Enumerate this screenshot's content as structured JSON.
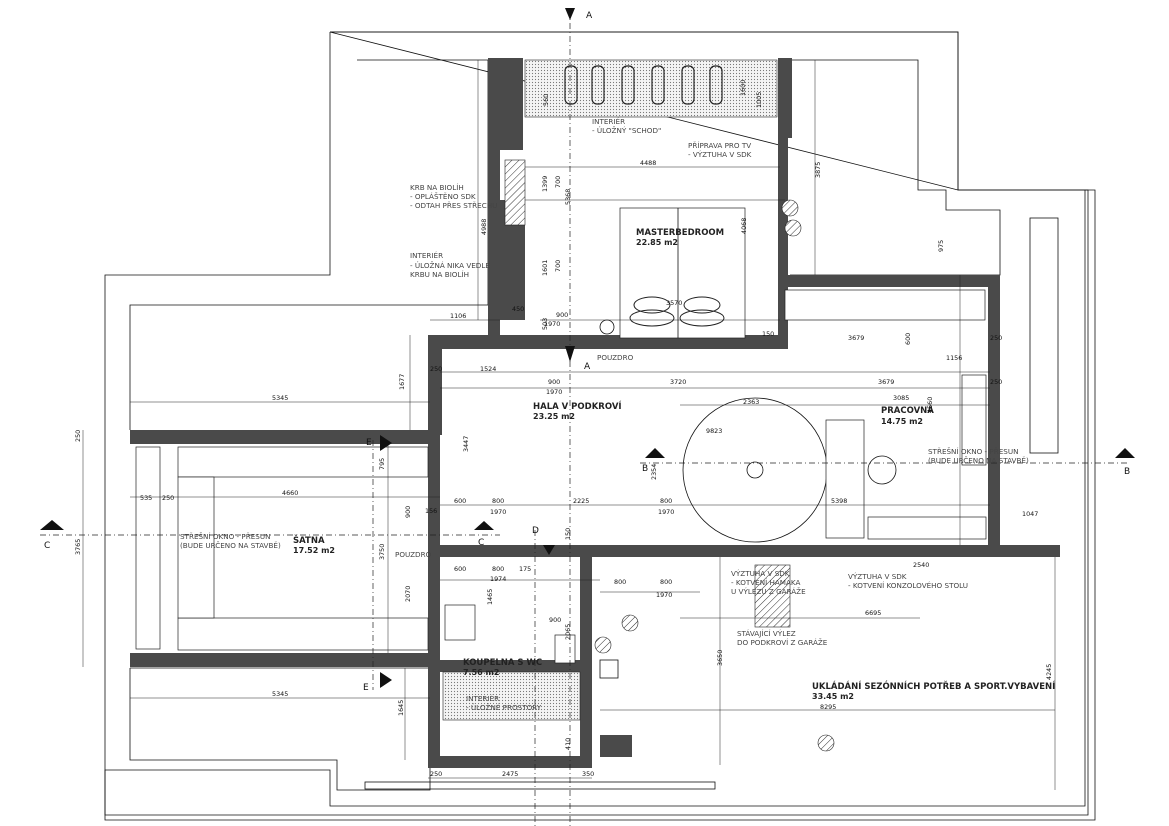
{
  "rooms": [
    {
      "name": "MASTERBEDROOM",
      "area": "22.85 m2"
    },
    {
      "name": "HALA V PODKROVÍ",
      "area": "23.25 m2"
    },
    {
      "name": "PRACOVNA",
      "area": "14.75 m2"
    },
    {
      "name": "ŠATNA",
      "area": "17.52 m2"
    },
    {
      "name": "KOUPELNA S WC",
      "area": "7.56 m2"
    },
    {
      "name": "UKLÁDÁNÍ SEZÓNNÍCH POTŘEB A SPORT.VYBAVENÍ",
      "area": "33.45 m2"
    }
  ],
  "notes": {
    "interior_stair": [
      "INTERIÉR",
      "- ÚLOŽNÝ \"SCHOD\""
    ],
    "tv": [
      "PŘÍPRAVA PRO TV",
      "- VÝZTUHA V SDK"
    ],
    "fireplace": [
      "KRB NA BIOLÍH",
      "- OPLÁŠTĚNO SDK",
      "- ODTAH PŘES STŘECHU"
    ],
    "niche": [
      "INTERIÉR",
      "- ÚLOŽNÁ NIKA VEDLE",
      "KRBU NA BIOLÍH"
    ],
    "pouzdro_top": "POUZDRO",
    "pouzdro_left": "POUZDRO",
    "window_left": [
      "STŘEŠNÍ OKNO - PŘESUN",
      "(BUDE URČENO NA STAVBĚ)"
    ],
    "window_right": [
      "STŘEŠNÍ OKNO - PŘESUN",
      "(BUDE URČENO NA STAVBĚ)"
    ],
    "reinforce_hammock": [
      "VÝZTUHA V SDK",
      "- KOTVENÍ HAMAKA",
      "U VÝLEZU Z GARÁŽE"
    ],
    "reinforce_desk": [
      "VÝZTUHA V SDK",
      "- KOTVENÍ KONZOLOVÉHO STOLU"
    ],
    "existing_hatch": [
      "STÁVAJÍCÍ VÝLEZ",
      "DO PODKROVÍ Z GARÁŽE"
    ],
    "bath_storage": [
      "INTERIÉR",
      "- ÚLOŽNÉ PROSTORY"
    ]
  },
  "axes": {
    "a_top": "A",
    "a_mid": "A",
    "b_left": "B",
    "b_right": "B",
    "c_left": "C",
    "c_mid": "C",
    "d": "D",
    "e_top": "E",
    "e_bottom": "E"
  },
  "dimensions": {
    "d4488": "4488",
    "d3875": "3875",
    "d975": "975",
    "d4988": "4988",
    "d5368": "5368",
    "d4068": "4068",
    "d1399": "1399",
    "d1601": "1601",
    "d700a": "700",
    "d700b": "700",
    "d1600": "1600",
    "d1005": "1005",
    "d560": "560",
    "d1106": "1106",
    "d450": "450",
    "d900t": "900",
    "d1970t": "1970",
    "d3570": "3570",
    "d150t": "150",
    "d503": "503",
    "d3679a": "3679",
    "d600r": "600",
    "d1156": "1156",
    "d250r": "250",
    "d1677": "1677",
    "d250h": "250",
    "d1524": "1524",
    "d900h": "900",
    "d1970h": "1970",
    "d3720": "3720",
    "d3679b": "3679",
    "d3085": "3085",
    "d2363": "2363",
    "d9823": "9823",
    "d4560": "4560",
    "d5345a": "5345",
    "d3447": "3447",
    "d2354": "2354",
    "d535": "535",
    "d250s": "250",
    "d4660": "4660",
    "d795": "795",
    "d600s": "600",
    "d800s": "800",
    "d2225": "2225",
    "d800p": "800",
    "d1970s": "1970",
    "d1970p": "1970",
    "d5398": "5398",
    "d1047": "1047",
    "d3765": "3765",
    "d3750": "3750",
    "d2070": "2070",
    "d900s": "900",
    "d156": "156",
    "d600k": "600",
    "d800k": "800",
    "d175": "175",
    "d1974": "1974",
    "d150k": "150",
    "d800u": "800",
    "d800u2": "800",
    "d1970u": "1970",
    "d2540": "2540",
    "d6695": "6695",
    "d1465": "1465",
    "d900k": "900",
    "d2065": "2065",
    "d3650": "3650",
    "d4245": "4245",
    "d8295": "8295",
    "d5345b": "5345",
    "d1645": "1645",
    "d410": "410",
    "d250b": "250",
    "d2475": "2475",
    "d350": "350",
    "d250v": "250",
    "d250w": "250"
  }
}
